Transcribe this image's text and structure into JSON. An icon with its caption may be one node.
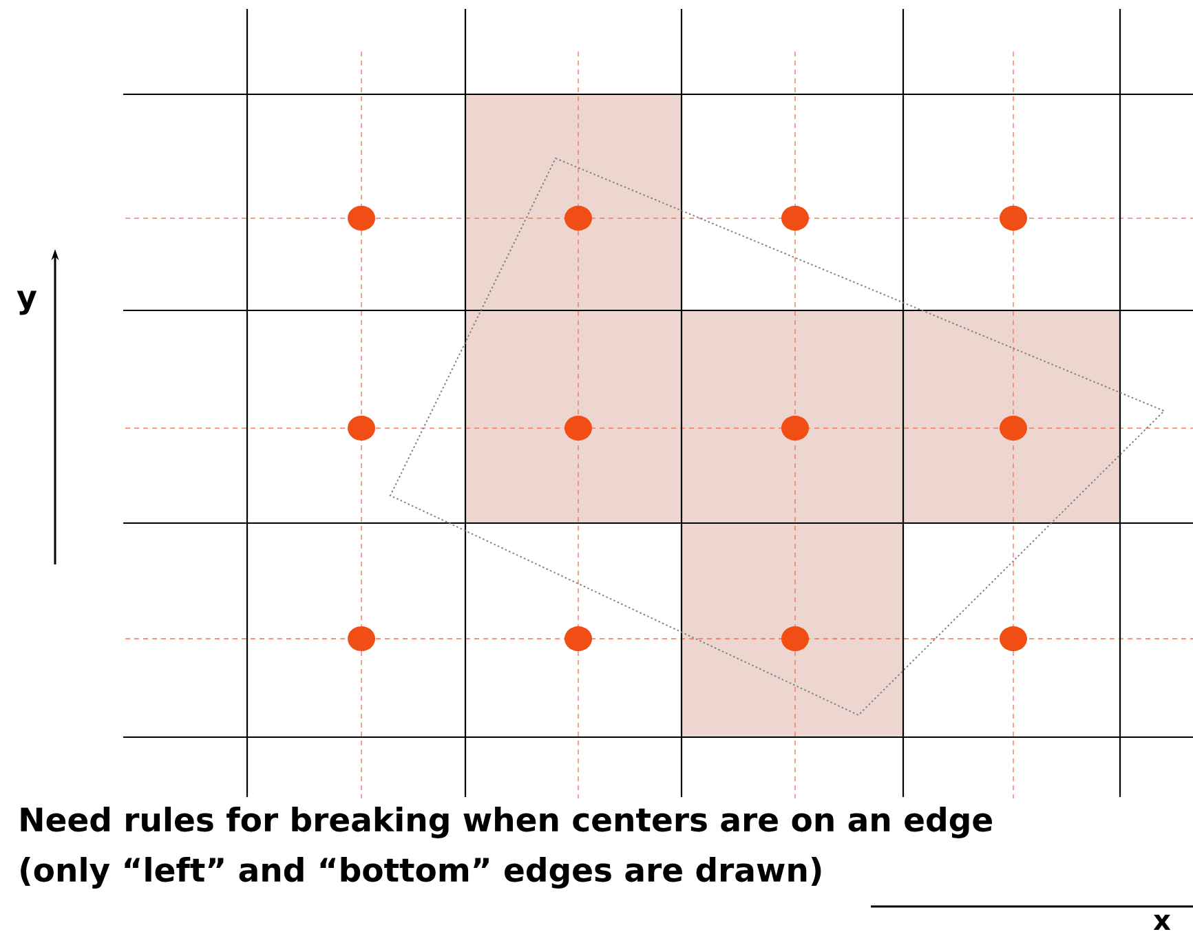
{
  "diagram": {
    "labels": [
      "y",
      "Need rules for breaking when centers are on an edge",
      "(only “left” and “bottom” edges are drawn)",
      "x"
    ]
  }
}
